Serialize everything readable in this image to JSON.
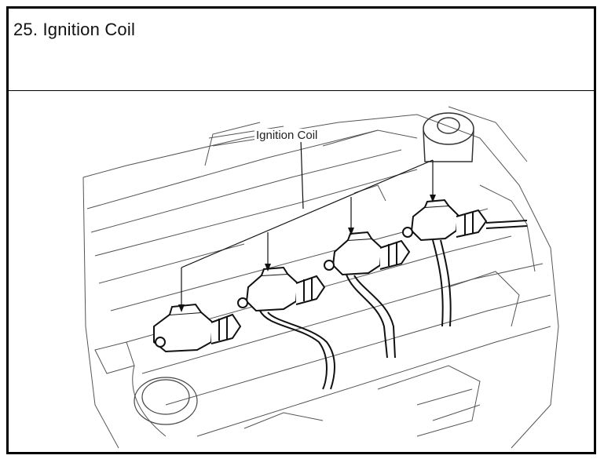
{
  "header": {
    "title": "25. Ignition Coil"
  },
  "diagram": {
    "callout_label": "Ignition Coil",
    "callout_target_count": 4
  }
}
